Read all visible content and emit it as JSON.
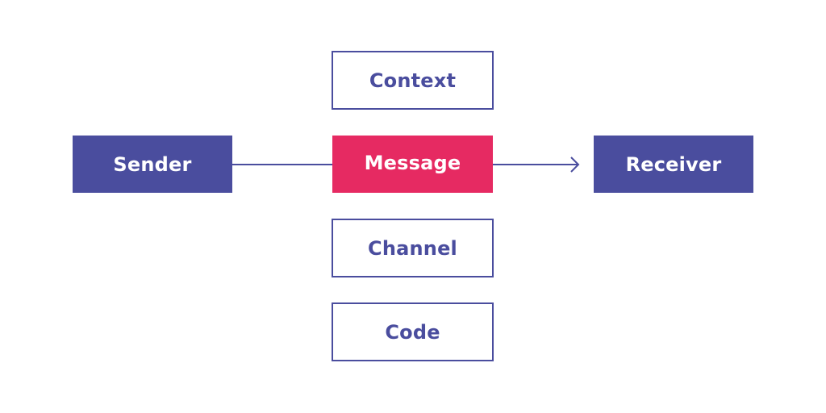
{
  "colors": {
    "primary": "#4a4d9e",
    "accent": "#e62a62",
    "background": "#ffffff"
  },
  "diagram": {
    "sender": "Sender",
    "message": "Message",
    "receiver": "Receiver",
    "context": "Context",
    "channel": "Channel",
    "code": "Code"
  }
}
